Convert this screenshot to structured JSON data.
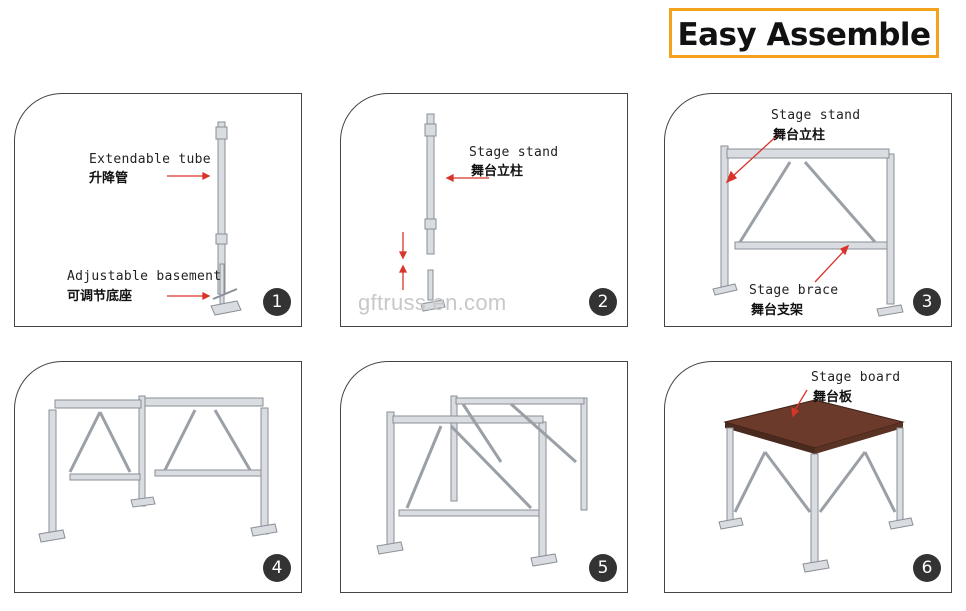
{
  "title": "Easy Assemble",
  "accent_color": "#f4a21d",
  "arrow_color": "#d9342b",
  "watermark": "gftruss.en.com",
  "panels": [
    {
      "step": "1",
      "labels": [
        {
          "en": "Extendable tube",
          "cn": "升降管"
        },
        {
          "en": "Adjustable basement",
          "cn": "可调节底座"
        }
      ]
    },
    {
      "step": "2",
      "labels": [
        {
          "en": "Stage stand",
          "cn": "舞台立柱"
        }
      ]
    },
    {
      "step": "3",
      "labels": [
        {
          "en": "Stage stand",
          "cn": "舞台立柱"
        },
        {
          "en": "Stage brace",
          "cn": "舞台支架"
        }
      ]
    },
    {
      "step": "4",
      "labels": []
    },
    {
      "step": "5",
      "labels": []
    },
    {
      "step": "6",
      "labels": [
        {
          "en": "Stage board",
          "cn": "舞台板"
        }
      ]
    }
  ]
}
